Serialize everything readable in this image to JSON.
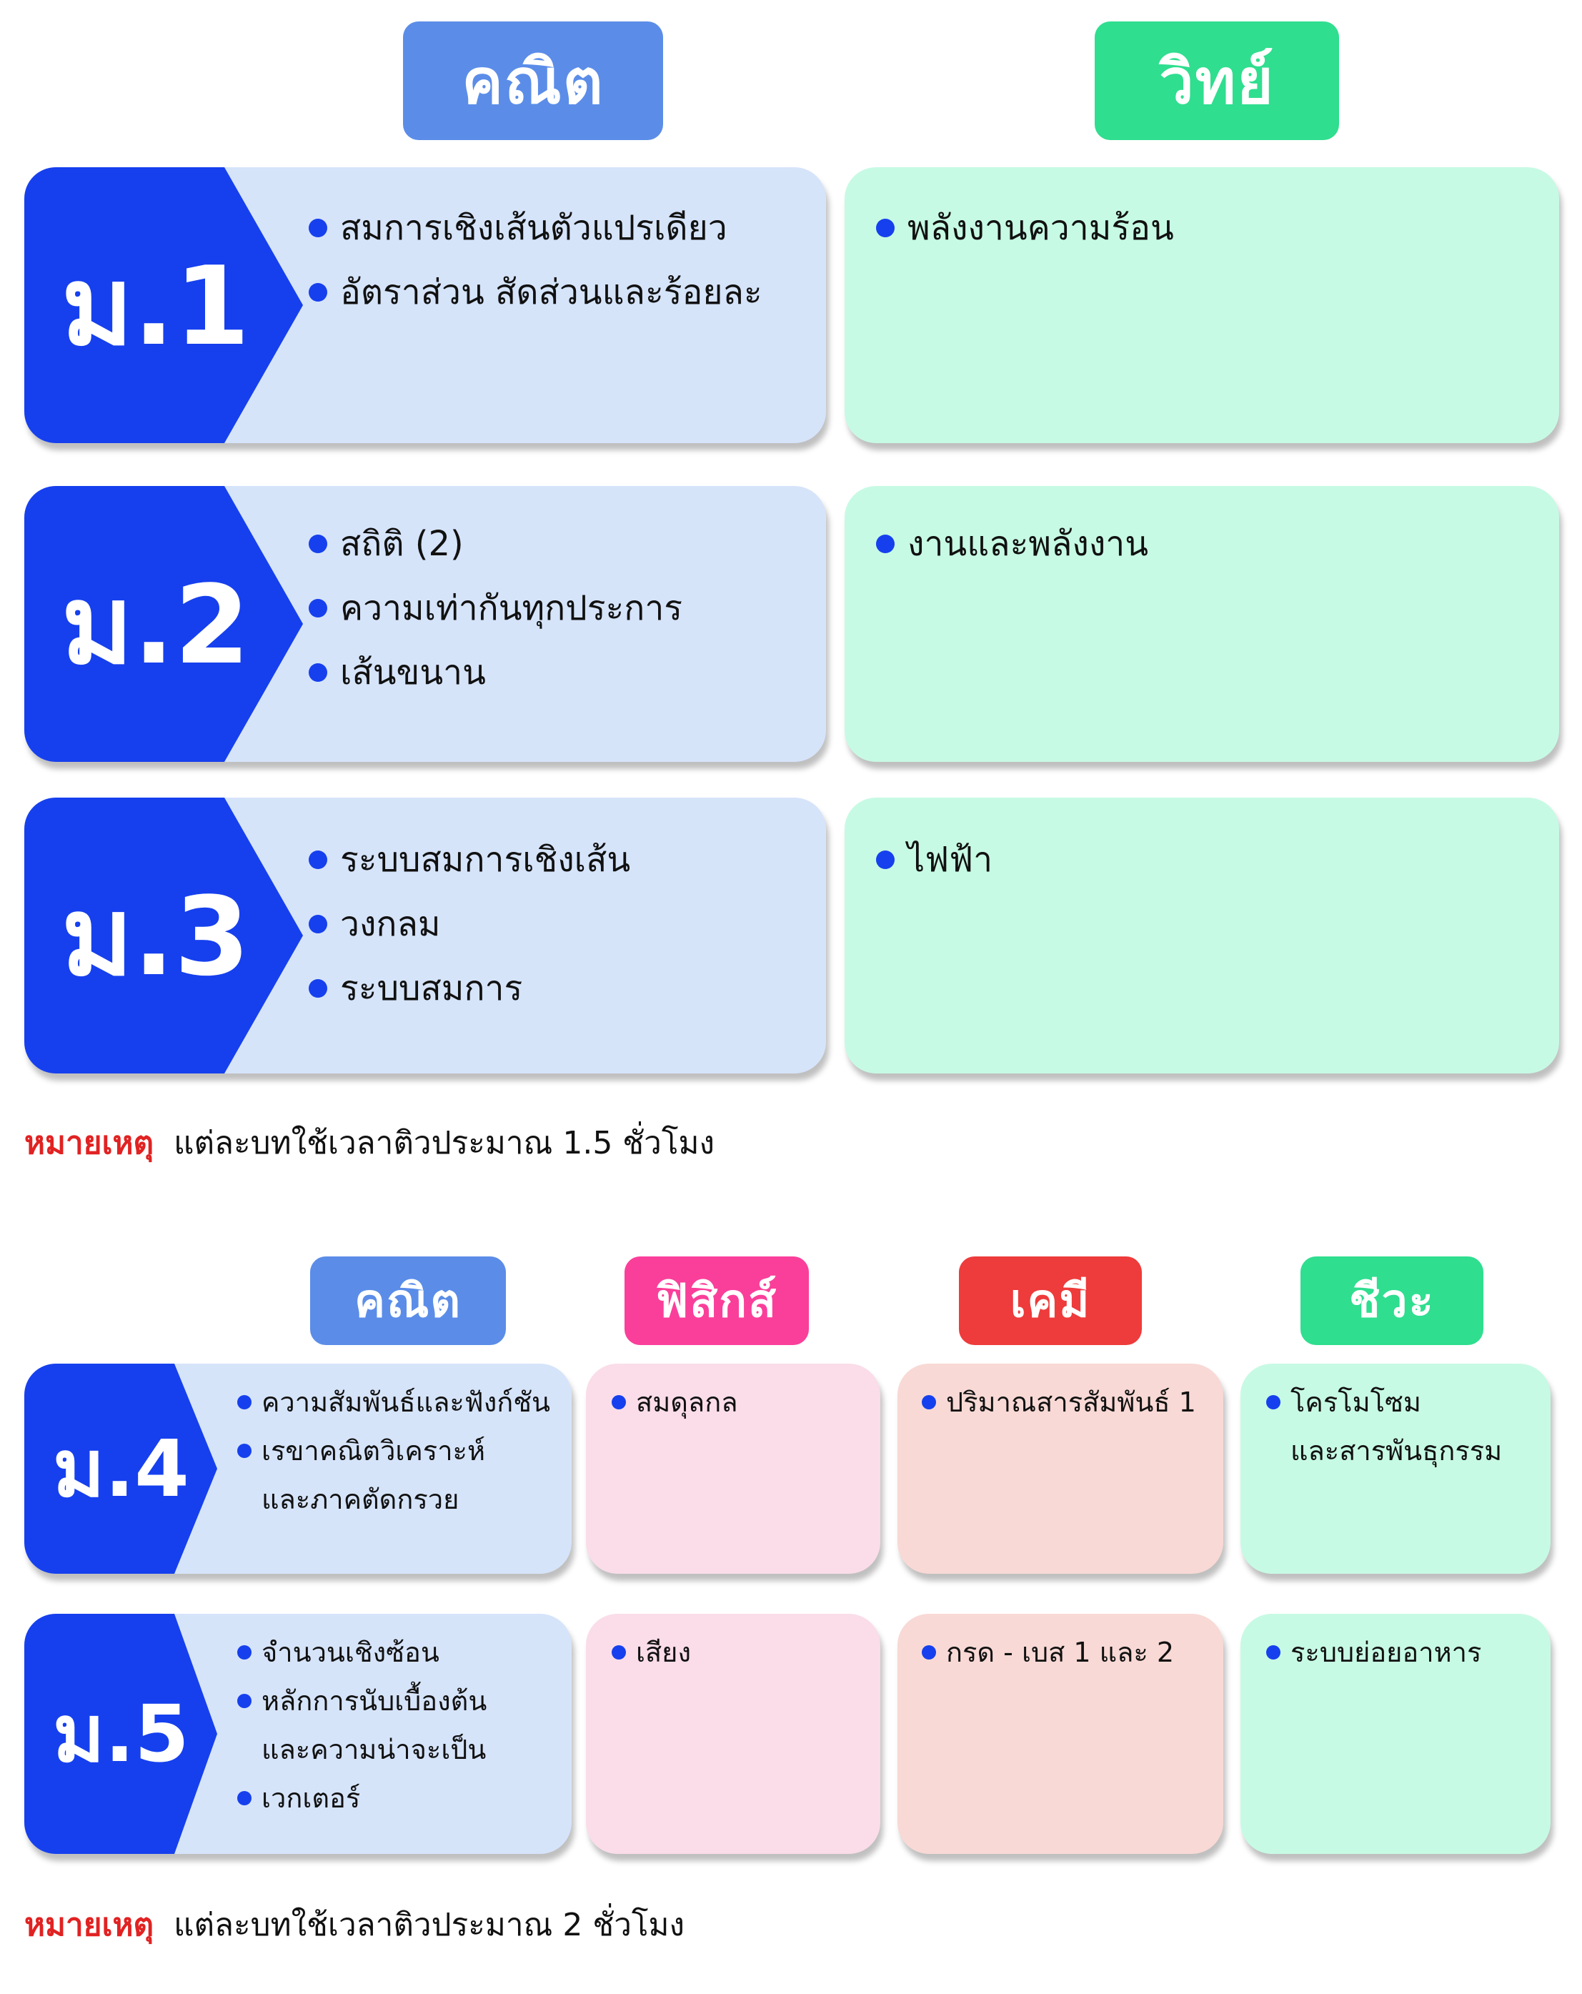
{
  "colors": {
    "math_header": "#5b8de8",
    "science_header": "#2fde8f",
    "physics_header": "#fa3f9a",
    "chemistry_header": "#ee3b3b",
    "biology_header": "#2fde8f",
    "grade_badge": "#1640ee",
    "note_label": "#e12222"
  },
  "section1": {
    "headers": {
      "math": "คณิต",
      "science": "วิทย์"
    },
    "rows": [
      {
        "grade": "ม.1",
        "math": [
          "สมการเชิงเส้นตัวแปรเดียว",
          "อัตราส่วน สัดส่วนและร้อยละ"
        ],
        "science": [
          "พลังงานความร้อน"
        ]
      },
      {
        "grade": "ม.2",
        "math": [
          "สถิติ (2)",
          "ความเท่ากันทุกประการ",
          "เส้นขนาน"
        ],
        "science": [
          "งานและพลังงาน"
        ]
      },
      {
        "grade": "ม.3",
        "math": [
          "ระบบสมการเชิงเส้น",
          "วงกลม",
          "ระบบสมการ"
        ],
        "science": [
          "ไฟฟ้า"
        ]
      }
    ],
    "note": {
      "label": "หมายเหตุ",
      "text": "แต่ละบทใช้เวลาติวประมาณ 1.5 ชั่วโมง"
    }
  },
  "section2": {
    "headers": {
      "math": "คณิต",
      "physics": "ฟิสิกส์",
      "chemistry": "เคมี",
      "biology": "ชีวะ"
    },
    "rows": [
      {
        "grade": "ม.4",
        "math": [
          {
            "line1": "ความสัมพันธ์และฟังก์ชัน",
            "line2": ""
          },
          {
            "line1": "เรขาคณิตวิเคราะห์",
            "line2": "และภาคตัดกรวย"
          }
        ],
        "physics": [
          {
            "line1": "สมดุลกล",
            "line2": ""
          }
        ],
        "chemistry": [
          {
            "line1": "ปริมาณสารสัมพันธ์ 1",
            "line2": ""
          }
        ],
        "biology": [
          {
            "line1": "โครโมโซม",
            "line2": "และสารพันธุกรรม"
          }
        ]
      },
      {
        "grade": "ม.5",
        "math": [
          {
            "line1": "จำนวนเชิงซ้อน",
            "line2": ""
          },
          {
            "line1": "หลักการนับเบื้องต้น",
            "line2": "และความน่าจะเป็น"
          },
          {
            "line1": "เวกเตอร์",
            "line2": ""
          }
        ],
        "physics": [
          {
            "line1": "เสียง",
            "line2": ""
          }
        ],
        "chemistry": [
          {
            "line1": "กรด - เบส 1 และ 2",
            "line2": ""
          }
        ],
        "biology": [
          {
            "line1": "ระบบย่อยอาหาร",
            "line2": ""
          }
        ]
      }
    ],
    "note": {
      "label": "หมายเหตุ",
      "text": "แต่ละบทใช้เวลาติวประมาณ 2 ชั่วโมง"
    }
  }
}
